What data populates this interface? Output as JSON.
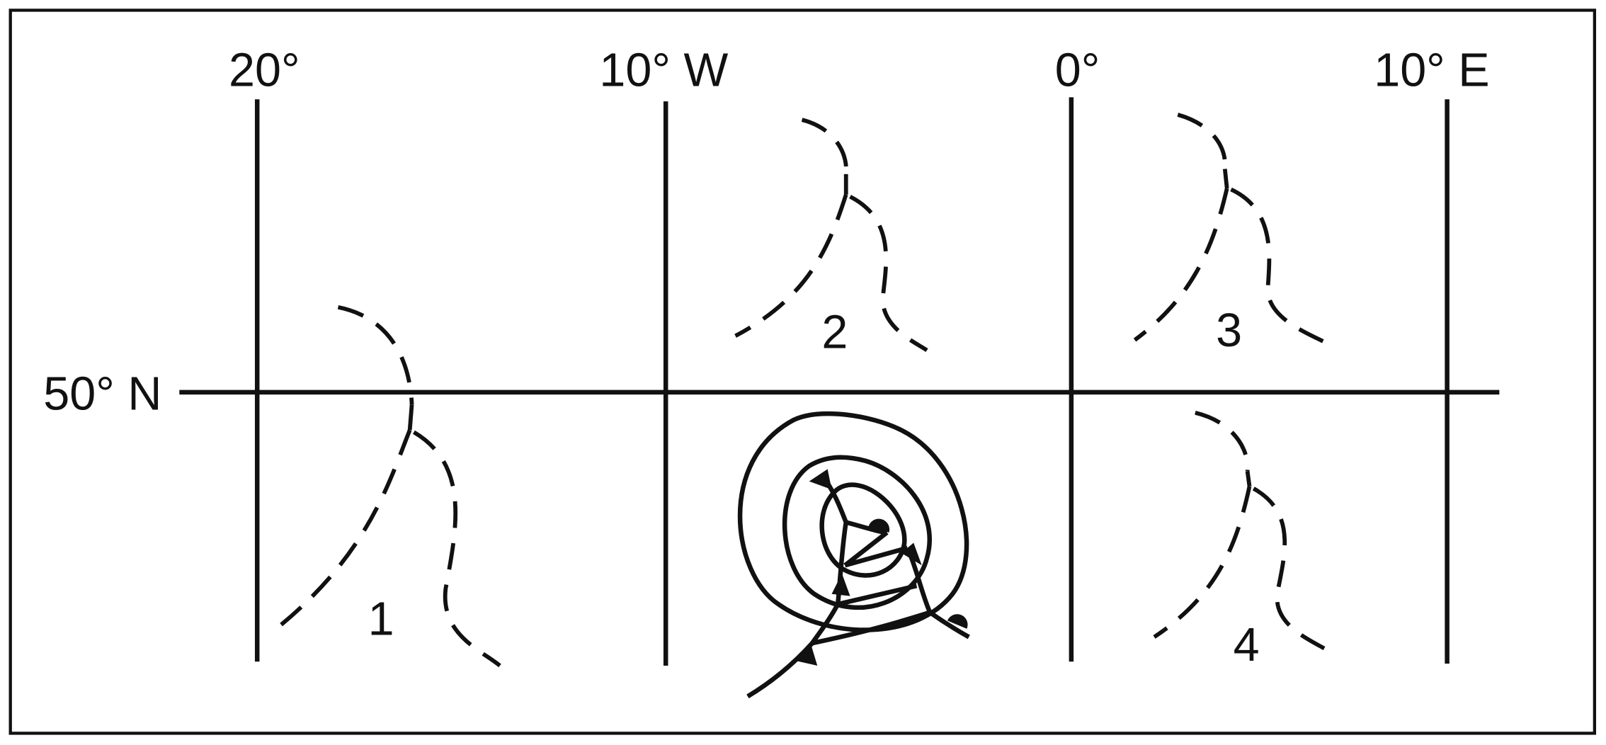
{
  "longitude_labels": [
    "20°",
    "10° W",
    "0°",
    "10° E"
  ],
  "latitude_label": "50° N",
  "trough_labels": [
    "1",
    "2",
    "3",
    "4"
  ],
  "colors": {
    "line": "#111111",
    "background": "#ffffff"
  }
}
